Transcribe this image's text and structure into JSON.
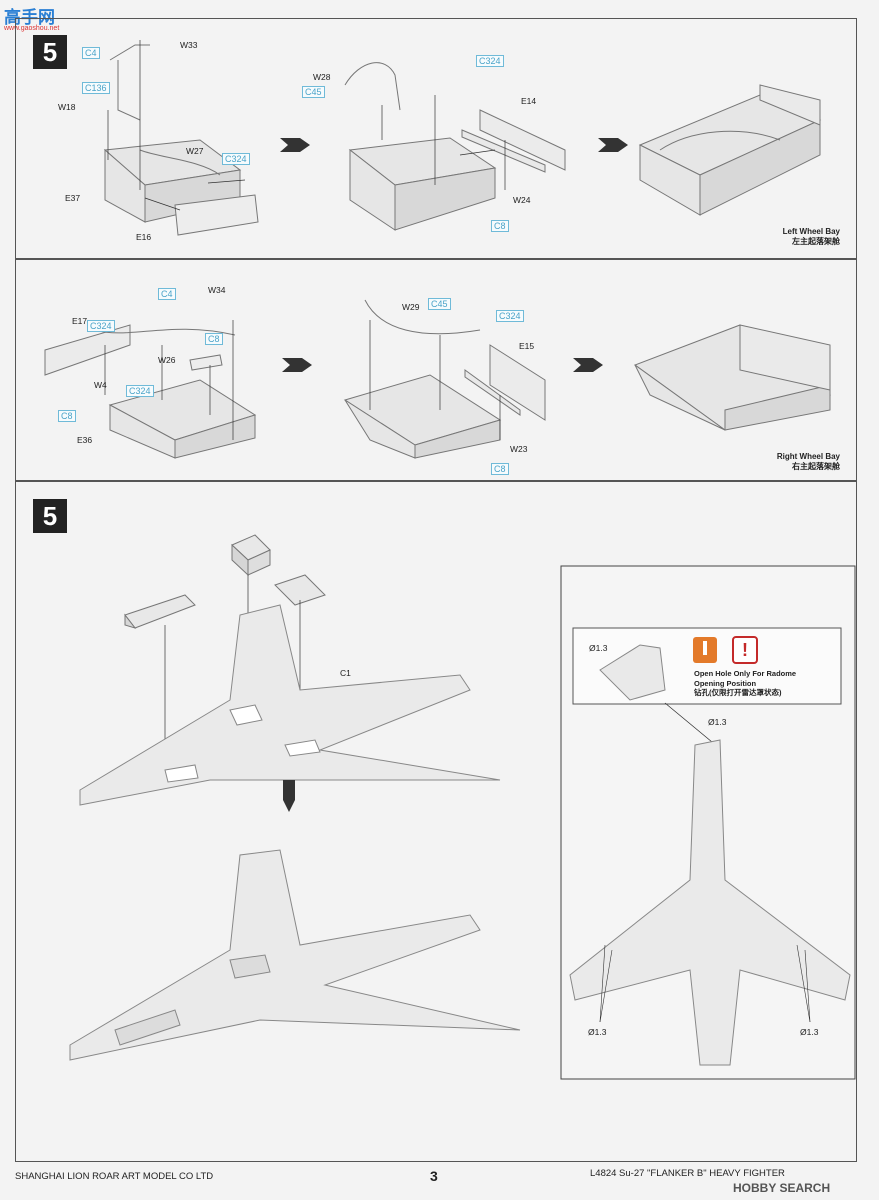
{
  "watermark_top": "高手网",
  "watermark_sub": "www.gaoshou.net",
  "steps": [
    {
      "number": "5"
    },
    {
      "number": "5"
    }
  ],
  "panel1": {
    "labels": {
      "w33": "W33",
      "w18": "W18",
      "w27": "W27",
      "e37": "E37",
      "e16": "E16",
      "w28": "W28",
      "e14": "E14",
      "w24": "W24"
    },
    "callouts": {
      "c4": "C4",
      "c136": "C136",
      "c324": "C324",
      "c45": "C45",
      "c324b": "C324",
      "c8": "C8"
    },
    "caption_en": "Left Wheel Bay",
    "caption_cn": "左主起落架舱"
  },
  "panel2": {
    "labels": {
      "w34": "W34",
      "e17": "E17",
      "w26": "W26",
      "w4": "W4",
      "e36": "E36",
      "w29": "W29",
      "e15": "E15",
      "w23": "W23"
    },
    "callouts": {
      "c4": "C4",
      "c324": "C324",
      "c8": "C8",
      "c8b": "C8",
      "c324b": "C324",
      "c45": "C45",
      "c324c": "C324",
      "c8c": "C8"
    },
    "caption_en": "Right Wheel Bay",
    "caption_cn": "右主起落架舱"
  },
  "panel3": {
    "label_c1": "C1",
    "detail": {
      "dia1": "Ø1.3",
      "dia2": "Ø1.3",
      "dia3": "Ø1.3",
      "dia4": "Ø1.3",
      "note_en1": "Open Hole Only For Radome",
      "note_en2": "Opening Position",
      "note_cn": "钻孔(仅限打开雷达罩状态)"
    }
  },
  "footer": {
    "company": "SHANGHAI LION ROAR ART MODEL CO LTD",
    "page": "3",
    "title": "L4824   Su-27   \"FLANKER B\"  HEAVY  FIGHTER",
    "watermark": "HOBBY SEARCH"
  }
}
